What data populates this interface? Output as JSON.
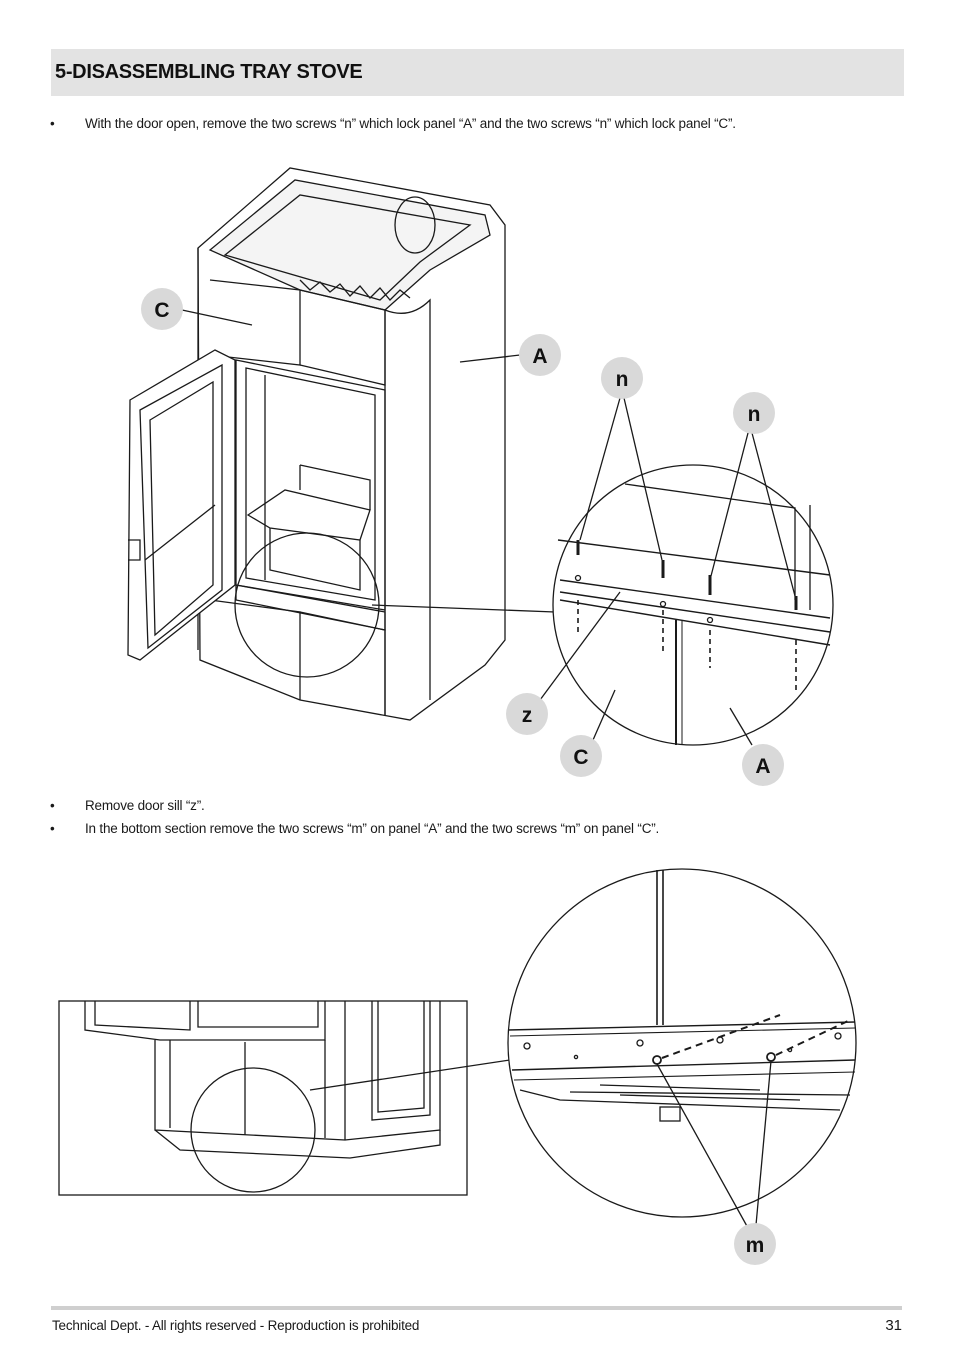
{
  "section": {
    "title": "5-DISASSEMBLING TRAY STOVE"
  },
  "instructions": [
    {
      "bullet": "•",
      "text": "With the door open, remove the two screws “n” which lock panel “A” and the two screws “n” which lock panel “C”."
    },
    {
      "bullet": "•",
      "text": "Remove door sill “z”."
    },
    {
      "bullet": "•",
      "text": "In the bottom section remove the two screws “m” on panel “A” and the two screws “m” on panel “C”."
    }
  ],
  "figure_top": {
    "labels": {
      "c_main": "C",
      "a_main": "A",
      "n_left": "n",
      "n_right": "n",
      "z": "z",
      "c_detail": "C",
      "a_detail": "A"
    }
  },
  "figure_bottom": {
    "labels": {
      "m": "m"
    }
  },
  "footer": {
    "text": "Technical Dept. - All rights reserved - Reproduction is prohibited",
    "page_number": "31"
  },
  "colors": {
    "header_background": "#e3e3e3",
    "callout_fill": "#d9d9d9",
    "line": "#1a1a1a"
  }
}
